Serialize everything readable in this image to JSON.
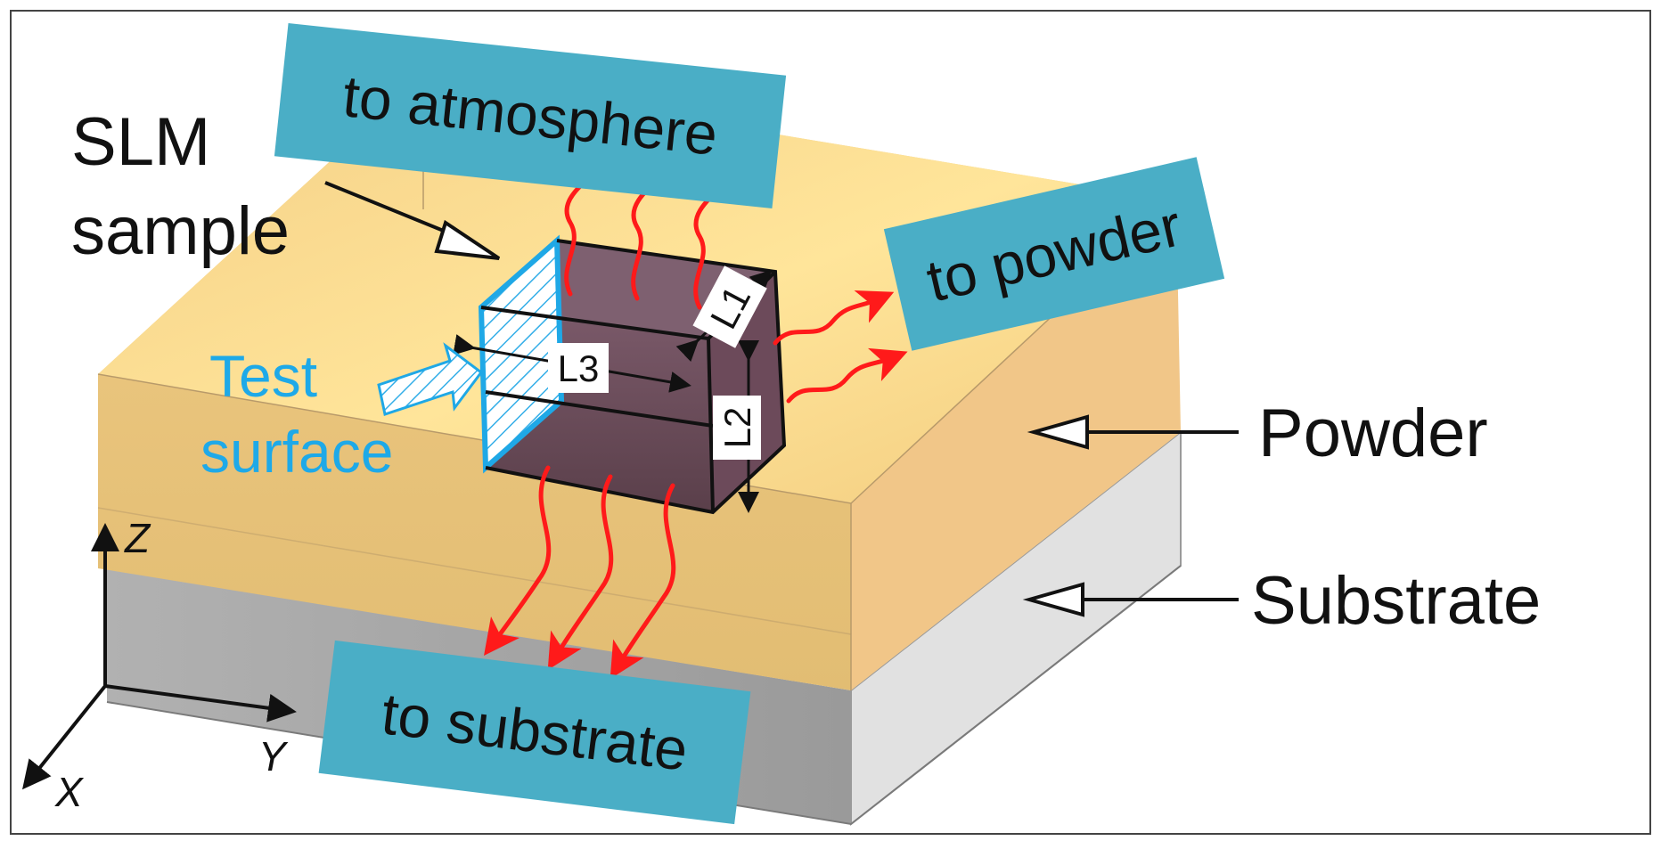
{
  "labels": {
    "slm_line1": "SLM",
    "slm_line2": "sample",
    "test_line1": "Test",
    "test_line2": "surface",
    "powder": "Powder",
    "substrate": "Substrate",
    "to_atmosphere": "to atmosphere",
    "to_powder": "to powder",
    "to_substrate": "to substrate",
    "dim_l1": "L1",
    "dim_l2": "L2",
    "dim_l3": "L3",
    "axis_x": "X",
    "axis_y": "Y",
    "axis_z": "Z"
  },
  "colors": {
    "powder_top": "#fde8a8",
    "powder_front": "#e8c379",
    "powder_side": "#f2c98a",
    "substrate_front": "#a3a3a3",
    "substrate_side": "#e3e3e3",
    "sample": "#6a4a58",
    "callout_box": "#4aaec6",
    "test_surface": "#1fa8e6",
    "heat_arrow": "#ff1a1a"
  }
}
